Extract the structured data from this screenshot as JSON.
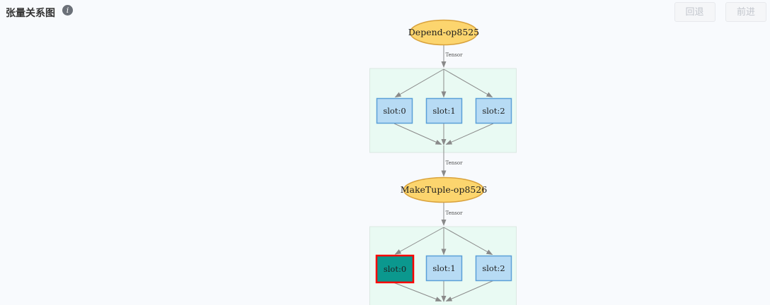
{
  "header": {
    "title": "张量关系图",
    "info_glyph": "i",
    "back_label": "回退",
    "forward_label": "前进"
  },
  "graph": {
    "edge_label": "Tensor",
    "nodes": [
      {
        "label": "Depend-op8525",
        "type": "operator"
      },
      {
        "label": "MakeTuple-op8526",
        "type": "operator"
      }
    ],
    "groups": [
      {
        "slots": [
          "slot:0",
          "slot:1",
          "slot:2"
        ],
        "highlighted": null
      },
      {
        "slots": [
          "slot:0",
          "slot:1",
          "slot:2"
        ],
        "highlighted": "slot:0"
      }
    ],
    "colors": {
      "operator_fill": "#fcd56e",
      "operator_border": "#d9a23c",
      "group_fill": "#e9faf3",
      "group_border": "#dbe8e2",
      "slot_fill": "#b7dbf4",
      "slot_border": "#5b9fd8",
      "highlight_fill": "#0b988e",
      "highlight_border": "#fd0100",
      "edge": "#8a8a8a"
    }
  }
}
